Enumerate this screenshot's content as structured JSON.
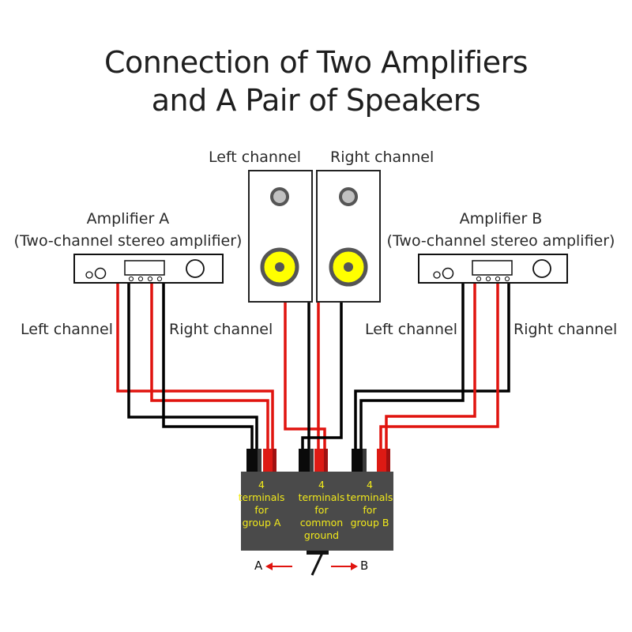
{
  "title": {
    "line1": "Connection of Two Amplifiers",
    "line2": "and A Pair of Speakers"
  },
  "speakers": {
    "left_label": "Left channel",
    "right_label": "Right channel",
    "woofer_color": "#ffff00",
    "tweeter_color": "#c0c0c0"
  },
  "amplifier_a": {
    "name": "Amplifier A",
    "description": "(Two-channel stereo amplifier)",
    "left_channel_label": "Left channel",
    "right_channel_label": "Right channel"
  },
  "amplifier_b": {
    "name": "Amplifier B",
    "description": "(Two-channel stereo amplifier)",
    "left_channel_label": "Left channel",
    "right_channel_label": "Right channel"
  },
  "switch_box": {
    "group_a": {
      "line1": "4",
      "line2": "terminals",
      "line3": "for",
      "line4": "group A"
    },
    "common": {
      "line1": "4",
      "line2": "terminals",
      "line3": "for",
      "line4": "common",
      "line5": "ground"
    },
    "group_b": {
      "line1": "4",
      "line2": "terminals",
      "line3": "for",
      "line4": "group B"
    },
    "switch_left_label": "A",
    "switch_right_label": "B",
    "box_color": "#4a4a4a",
    "text_color": "#f2ea1a"
  },
  "colors": {
    "positive_wire": "#e0140f",
    "negative_wire": "#000000",
    "arrow": "#e0140f"
  }
}
